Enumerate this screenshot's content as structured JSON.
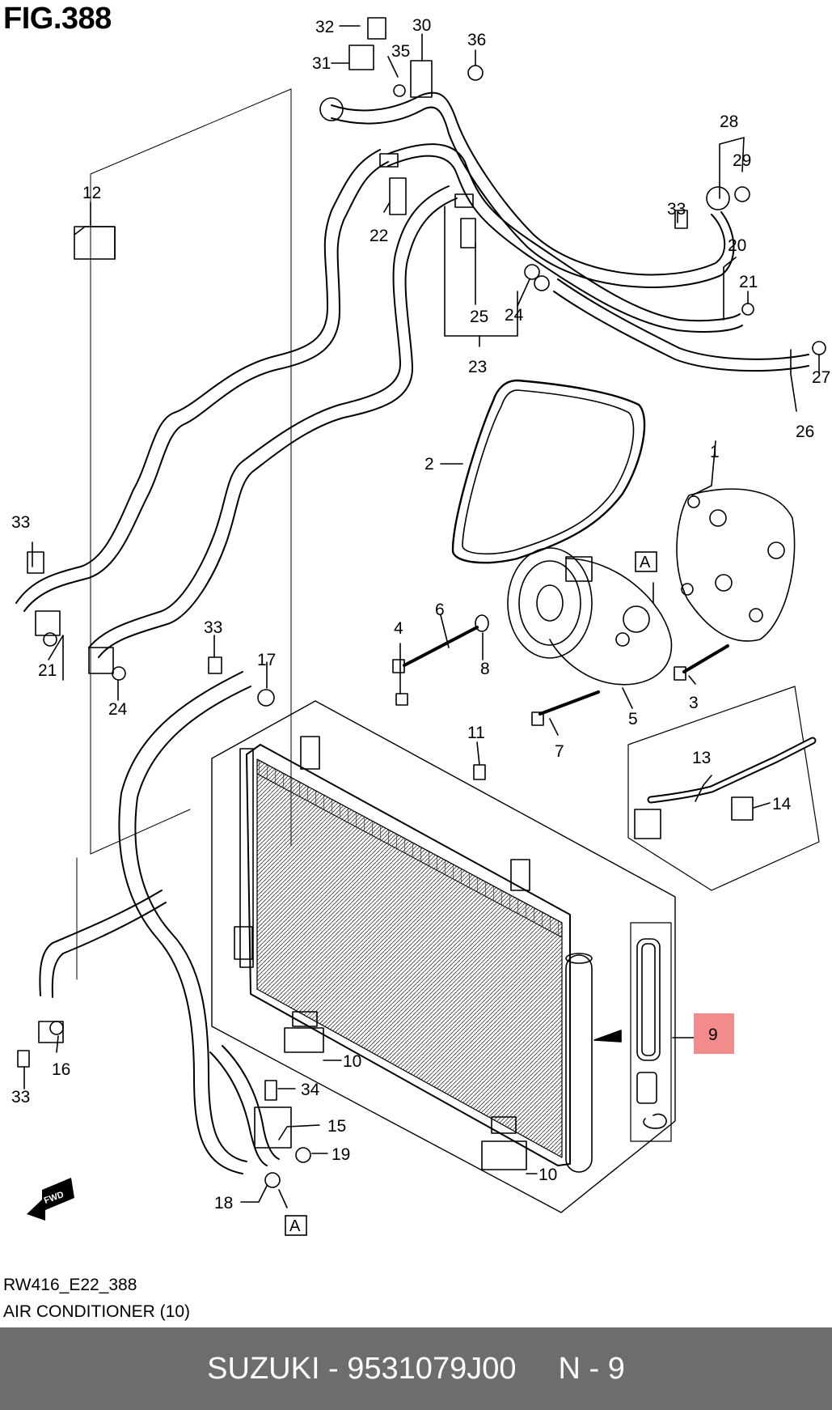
{
  "figure": {
    "title": "FIG.388"
  },
  "callouts": {
    "c1": "1",
    "c2": "2",
    "c3": "3",
    "c4": "4",
    "c5": "5",
    "c6": "6",
    "c7": "7",
    "c8": "8",
    "c9": "9",
    "c10": "10",
    "c11": "11",
    "c12": "12",
    "c13": "13",
    "c14": "14",
    "c15": "15",
    "c16": "16",
    "c17": "17",
    "c18": "18",
    "c19": "19",
    "c20": "20",
    "c21": "21",
    "c22": "22",
    "c23": "23",
    "c24": "24",
    "c25": "25",
    "c26": "26",
    "c27": "27",
    "c28": "28",
    "c29": "29",
    "c30": "30",
    "c31": "31",
    "c32": "32",
    "c33": "33",
    "c34": "34",
    "c35": "35",
    "c36": "36",
    "refA": "A",
    "fwd": "FWD"
  },
  "highlight": {
    "part": "9",
    "color": "#f28b8b"
  },
  "footer": {
    "code": "RW416_E22_388",
    "name": "AIR CONDITIONER (10)"
  },
  "bar": {
    "brand_part": "SUZUKI - 9531079J00",
    "position": "N - 9",
    "background": "#6d6d6d"
  }
}
